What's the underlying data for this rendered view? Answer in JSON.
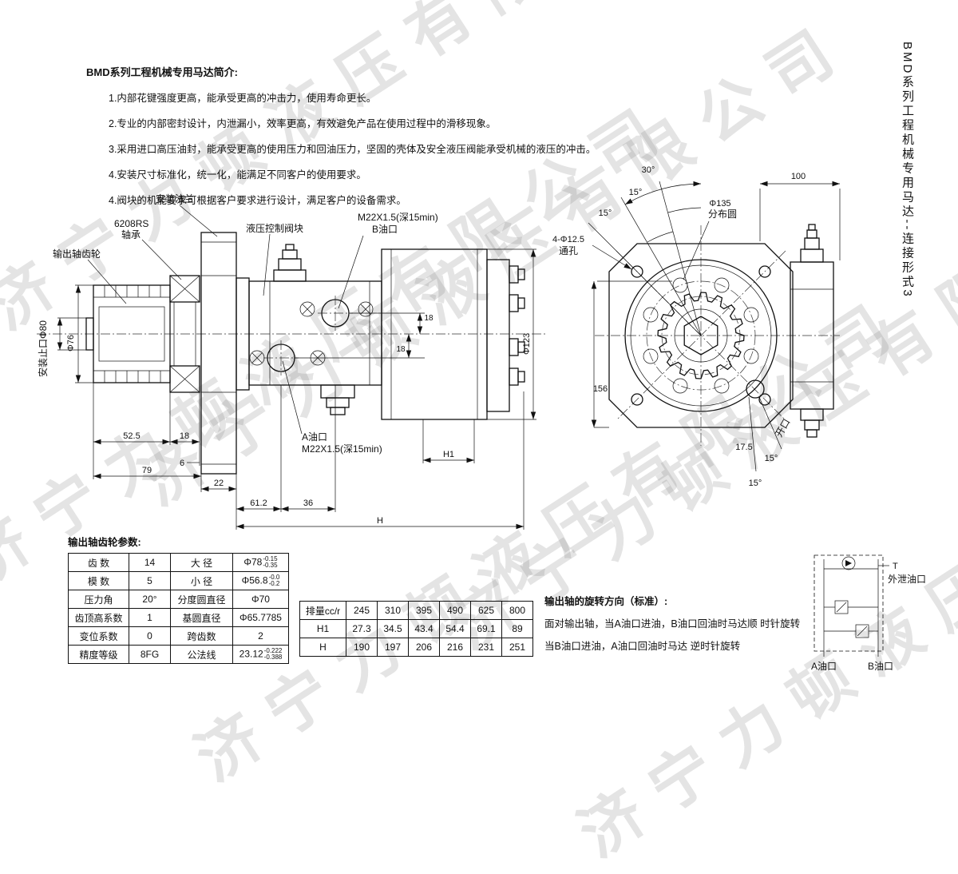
{
  "watermark": "济宁力顿液压有限公司",
  "side_title": "BMD系列工程机械专用马达--连接形式3",
  "intro": {
    "title": "BMD系列工程机械专用马达简介:",
    "points": [
      "1.内部花键强度更高，能承受更高的冲击力，使用寿命更长。",
      "2.专业的内部密封设计，内泄漏小，效率更高，有效避免产品在使用过程中的滑移现象。",
      "3.采用进口高压油封，能承受更高的使用压力和回油压力，坚固的壳体及安全液压阀能承受机械的液压的冲击。",
      "4.安装尺寸标准化，统一化，能满足不同客户的使用要求。",
      "4.阀块的机能要求可根据客户要求进行设计，满足客户的设备需求。"
    ]
  },
  "side_view": {
    "labels": {
      "mounting_flange": "安装法兰",
      "bearing_model": "6208RS",
      "bearing": "轴承",
      "output_gear": "输出轴齿轮",
      "spigot": "安装止口Φ80",
      "valve_block": "液压控制阀块",
      "b_port_spec": "M22X1.5(深15min)",
      "b_port": "B油口",
      "a_port": "A油口",
      "a_port_spec": "M22X1.5(深15min)"
    },
    "dims": {
      "phi76": "Φ76",
      "phi123": "Φ123",
      "d52_5": "52.5",
      "d18": "18",
      "d6": "6",
      "d79": "79",
      "d22": "22",
      "d61_2": "61.2",
      "d36": "36",
      "h": "H",
      "h1": "H1",
      "d18b": "18",
      "d18c": "18"
    }
  },
  "front_view": {
    "dims": {
      "a30": "30°",
      "a15a": "15°",
      "a15b": "15°",
      "d100": "100",
      "phi135": "Φ135",
      "dist_circle": "分布圆",
      "holes": "4-Φ12.5",
      "through_hole": "通孔",
      "d156": "156",
      "d17_5": "17.5",
      "a15c": "15°",
      "a15d": "15°",
      "opening": "开口"
    }
  },
  "schematic": {
    "t": "T",
    "t_port": "外泄油口",
    "a_port": "A油口",
    "b_port": "B油口"
  },
  "gear_table": {
    "title": "输出轴齿轮参数:",
    "rows": [
      {
        "c1": "齿  数",
        "c2": "14",
        "c3": "大 径",
        "c4": "Φ78",
        "sup": "-0.15",
        "sub": "-0.35"
      },
      {
        "c1": "模  数",
        "c2": "5",
        "c3": "小 径",
        "c4": "Φ56.8",
        "sup": "-0.0",
        "sub": "-0.2"
      },
      {
        "c1": "压力角",
        "c2": "20°",
        "c3": "分度圆直径",
        "c4": "Φ70"
      },
      {
        "c1": "齿顶高系数",
        "c2": "1",
        "c3": "基圆直径",
        "c4": "Φ65.7785"
      },
      {
        "c1": "变位系数",
        "c2": "0",
        "c3": "跨齿数",
        "c4": "2"
      },
      {
        "c1": "精度等级",
        "c2": "8FG",
        "c3": "公法线",
        "c4": "23.12",
        "sup": "-0.222",
        "sub": "-0.388"
      }
    ]
  },
  "disp_table": {
    "rows": [
      [
        "排量cc/r",
        "245",
        "310",
        "395",
        "490",
        "625",
        "800"
      ],
      [
        "H1",
        "27.3",
        "34.5",
        "43.4",
        "54.4",
        "69.1",
        "89"
      ],
      [
        "H",
        "190",
        "197",
        "206",
        "216",
        "231",
        "251"
      ]
    ]
  },
  "rotation": {
    "title": "输出轴的旋转方向（标准）:",
    "line1": "面对输出轴，当A油口进油，B油口回油时马达顺 时针旋转",
    "line2": "当B油口进油，A油口回油时马达 逆时针旋转"
  }
}
